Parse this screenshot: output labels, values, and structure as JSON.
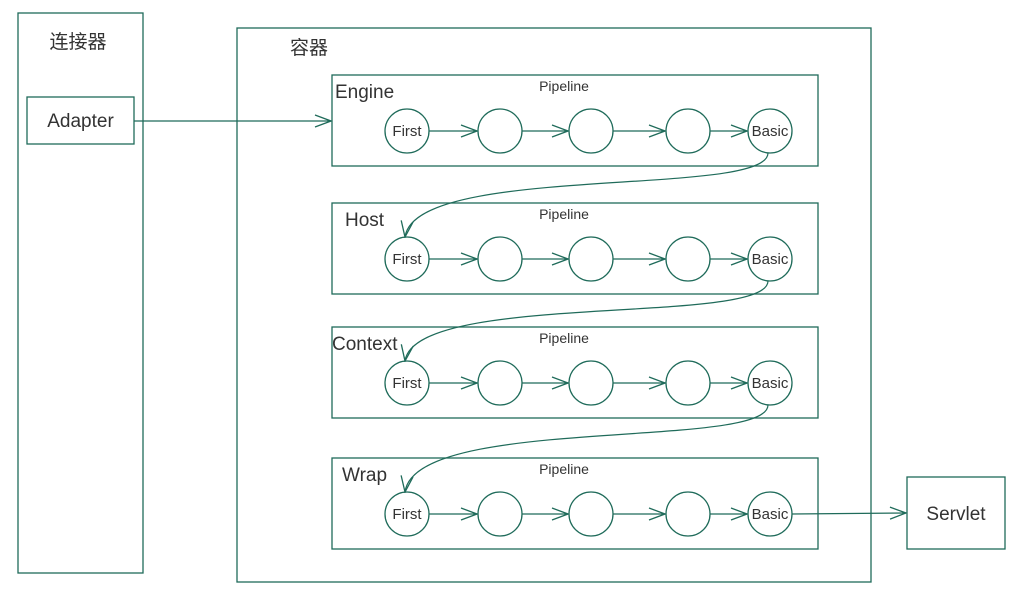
{
  "connector": {
    "title": "连接器",
    "adapter_label": "Adapter"
  },
  "container": {
    "title": "容器",
    "stages": [
      {
        "name": "Engine",
        "pipeline_label": "Pipeline",
        "first_label": "First",
        "basic_label": "Basic"
      },
      {
        "name": "Host",
        "pipeline_label": "Pipeline",
        "first_label": "First",
        "basic_label": "Basic"
      },
      {
        "name": "Context",
        "pipeline_label": "Pipeline",
        "first_label": "First",
        "basic_label": "Basic"
      },
      {
        "name": "Wrap",
        "pipeline_label": "Pipeline",
        "first_label": "First",
        "basic_label": "Basic"
      }
    ]
  },
  "servlet": {
    "label": "Servlet"
  },
  "colors": {
    "stroke": "#1f6b5a",
    "text": "#333333",
    "background": "#ffffff"
  }
}
